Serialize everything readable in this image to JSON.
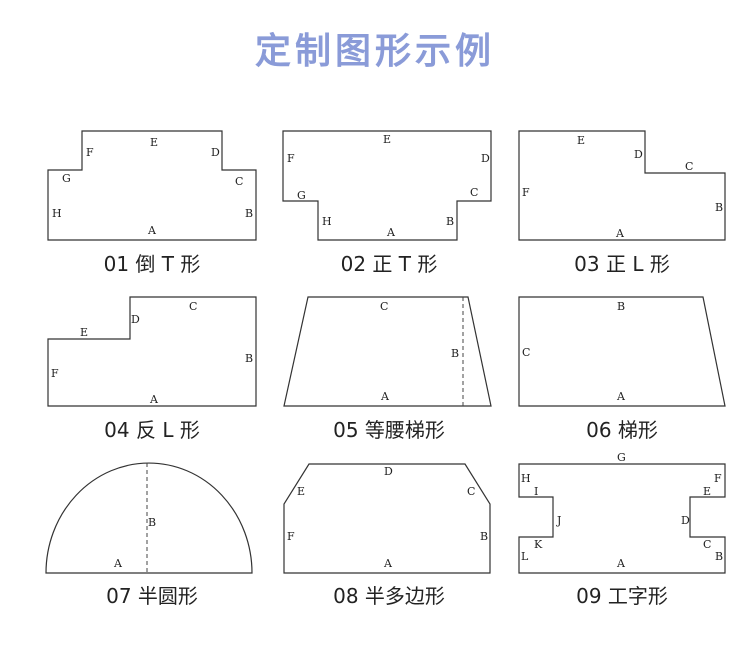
{
  "title": "定制图形示例",
  "shapes": [
    {
      "caption": "01 倒 T 形",
      "labels": [
        "E",
        "F",
        "D",
        "G",
        "C",
        "H",
        "B",
        "A"
      ]
    },
    {
      "caption": "02 正 T 形",
      "labels": [
        "E",
        "F",
        "D",
        "G",
        "C",
        "H",
        "B",
        "A"
      ]
    },
    {
      "caption": "03 正 L 形",
      "labels": [
        "E",
        "D",
        "C",
        "F",
        "B",
        "A"
      ]
    },
    {
      "caption": "04 反 L 形",
      "labels": [
        "C",
        "D",
        "E",
        "F",
        "B",
        "A"
      ]
    },
    {
      "caption": "05 等腰梯形",
      "labels": [
        "C",
        "B",
        "A"
      ]
    },
    {
      "caption": "06 梯形",
      "labels": [
        "B",
        "C",
        "A"
      ]
    },
    {
      "caption": "07 半圆形",
      "labels": [
        "B",
        "A"
      ]
    },
    {
      "caption": "08 半多边形",
      "labels": [
        "D",
        "E",
        "C",
        "F",
        "B",
        "A"
      ]
    },
    {
      "caption": "09 工字形",
      "labels": [
        "G",
        "H",
        "F",
        "I",
        "E",
        "J",
        "D",
        "K",
        "C",
        "L",
        "B",
        "A"
      ]
    }
  ],
  "colors": {
    "title": "#8a9bd8",
    "stroke": "#333333"
  }
}
